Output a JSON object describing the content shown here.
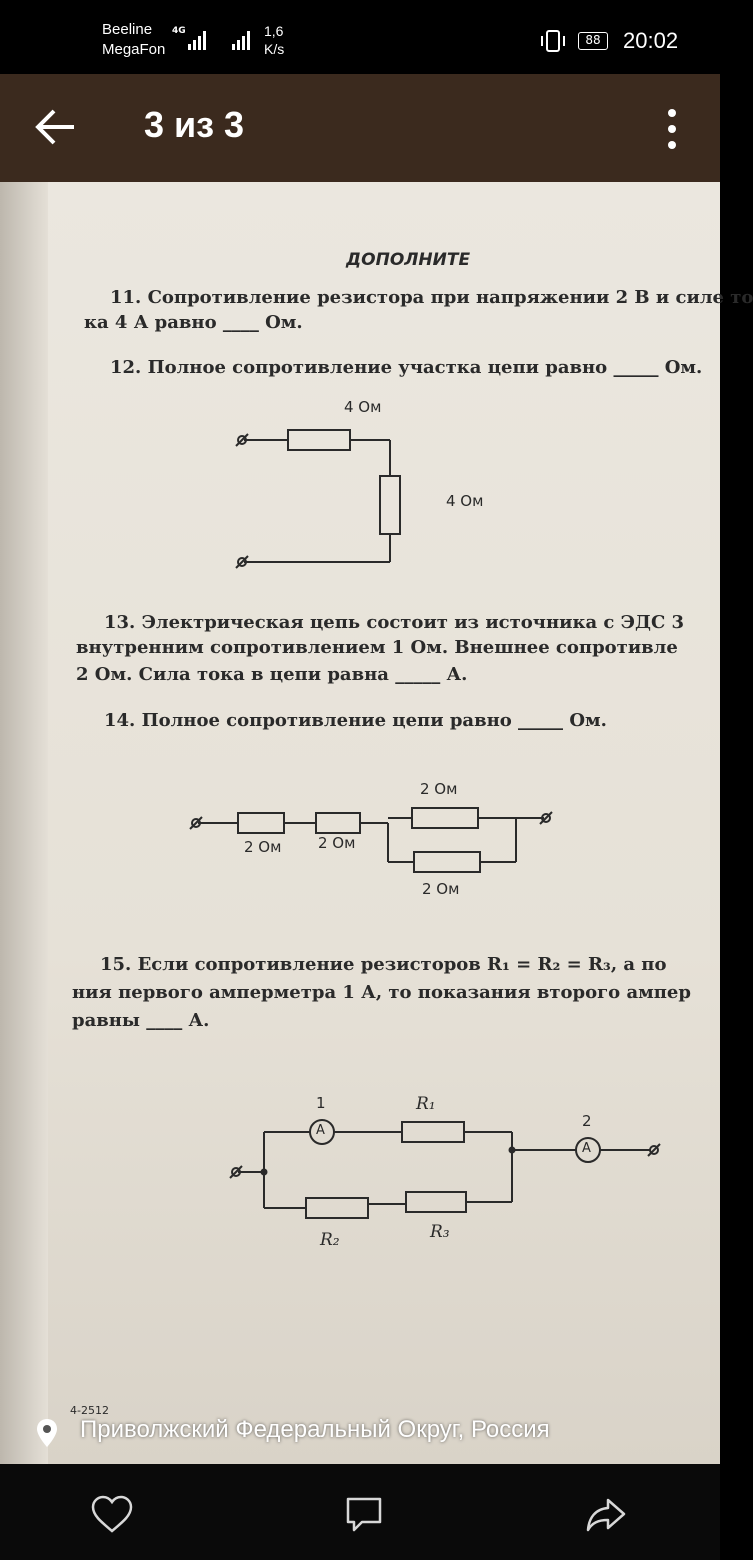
{
  "status": {
    "carrier1": "Beeline",
    "carrier2": "MegaFon",
    "network": "4G",
    "speed_value": "1,6",
    "speed_unit": "K/s",
    "battery": "88",
    "time": "20:02"
  },
  "toolbar": {
    "title": "3 из 3",
    "back_icon": "arrow-left-icon",
    "menu_icon": "more-vert-icon"
  },
  "photo": {
    "heading": "ДОПОЛНИТЕ",
    "q11_line1": "11. Сопротивление резистора при напряжении 2 В и силе то",
    "q11_line2": "ка 4 А равно ____ Ом.",
    "q12": "12. Полное сопротивление участка цепи равно _____ Ом.",
    "q12_r1": "4 Ом",
    "q12_r2": "4 Ом",
    "q13_line1": "13. Электрическая цепь состоит из источника с ЭДС 3",
    "q13_line2": "внутренним сопротивлением 1 Ом. Внешнее сопротивле",
    "q13_line3": "2 Ом. Сила тока в цепи равна _____ А.",
    "q14": "14. Полное сопротивление цепи равно _____ Ом.",
    "q14_r_top": "2 Ом",
    "q14_r1": "2 Ом",
    "q14_r2": "2 Ом",
    "q14_r_bottom": "2 Ом",
    "q15_line1": "15. Если сопротивление резисторов R₁ = R₂ = R₃, а по",
    "q15_line2": "ния первого амперметра 1 А, то показания второго ампер",
    "q15_line3": "равны ____ А.",
    "q15_a1": "1",
    "q15_a2": "2",
    "q15_amm": "A",
    "q15_R1": "R₁",
    "q15_R2": "R₂",
    "q15_R3": "R₃",
    "page_mark": "4-2512"
  },
  "location": {
    "text": "Приволжский Федеральный Округ, Россия",
    "icon": "location-pin-icon"
  },
  "actions": [
    {
      "name": "like",
      "icon": "heart-icon"
    },
    {
      "name": "comment",
      "icon": "comment-icon"
    },
    {
      "name": "share",
      "icon": "share-icon"
    }
  ]
}
